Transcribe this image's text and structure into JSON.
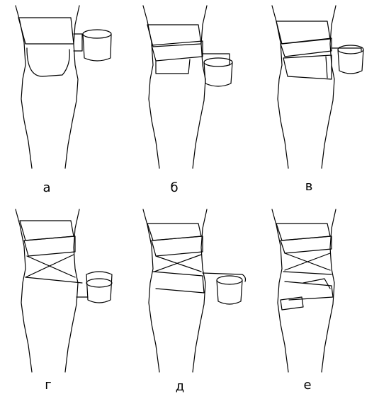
{
  "panels": [
    {
      "id": "a",
      "label": "а"
    },
    {
      "id": "b",
      "label": "б"
    },
    {
      "id": "v",
      "label": "в"
    },
    {
      "id": "g",
      "label": "г"
    },
    {
      "id": "d",
      "label": "д"
    },
    {
      "id": "e",
      "label": "е"
    }
  ],
  "colors": {
    "line": "#000000",
    "background": "#ffffff"
  }
}
